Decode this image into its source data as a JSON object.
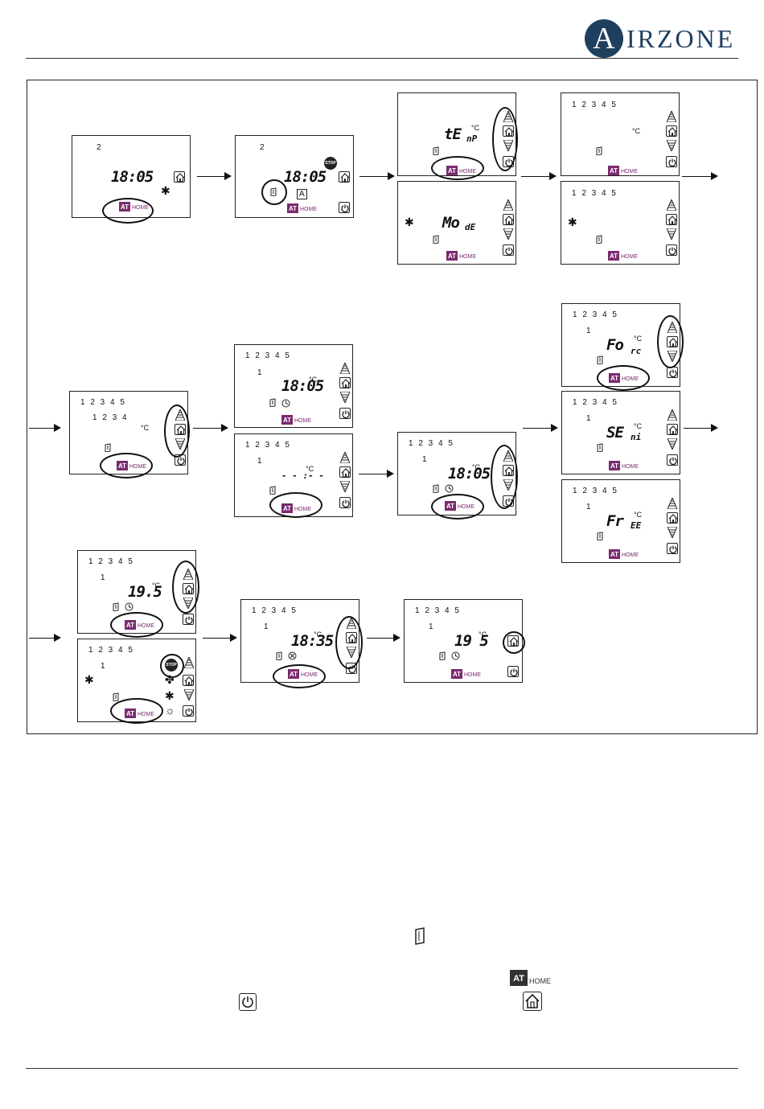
{
  "brand": {
    "logo_letter": "A",
    "logo_rest": "IRZONE"
  },
  "zones": "1 2 3 4 5",
  "zones_4": "1 2 3 4",
  "zone_single": "1",
  "zone_two": "2",
  "celsius": "°C",
  "at": "AT",
  "home": "HOME",
  "stop": "STOP",
  "displays": {
    "p1": "18:05",
    "p2": "18:05",
    "p2_mode": "A",
    "temp_big": "tE",
    "temp_small": "nP",
    "mode_big": "Mo",
    "mode_small": "dE",
    "clock_a": "18:05",
    "clock_b": "- - :- -",
    "clock_c": "18:05",
    "forc_big": "Fo",
    "forc_small": "rc",
    "semi_big": "SE",
    "semi_small": "ni",
    "free_big": "Fr",
    "free_small": "EE",
    "t195a": "19.5",
    "clock_d": "18:35",
    "t195b": "19 5"
  }
}
